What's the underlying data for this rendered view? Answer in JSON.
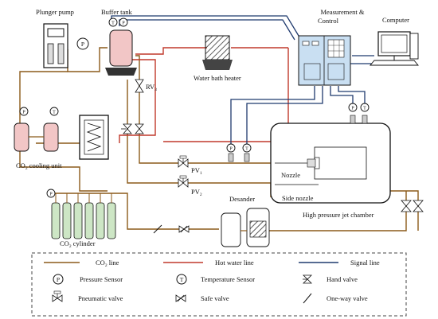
{
  "colors": {
    "co2_line": "#8b5a1a",
    "hot_water_line": "#c0392b",
    "signal_line": "#1f3a6e",
    "tank_fill": "#f2c6c6",
    "cylinder_fill": "#cde6c5",
    "panel_fill": "#c9dff2"
  },
  "labels": {
    "plunger_pump": "Plunger pump",
    "buffer_tank": "Buffer tank",
    "measurement_control": "Measurement &",
    "measurement_control_2": "Control",
    "computer": "Computer",
    "water_bath_heater": "Water bath heater",
    "rv3": "RV",
    "rv3_sub": "3",
    "cooling_unit_main": "CO",
    "cooling_unit_sub": "2",
    "cooling_unit_rest": " cooling unit",
    "pv1": "PV",
    "pv1_sub": "1",
    "pv2": "PV",
    "pv2_sub": "2",
    "nozzle": "Nozzle",
    "side_nozzle": "Side nozzle",
    "desander": "Desander",
    "chamber": "High pressure jet chamber",
    "cylinder_main": "CO",
    "cylinder_sub": "2",
    "cylinder_rest": " cylinder",
    "p_symbol": "P",
    "t_symbol": "T"
  },
  "legend": {
    "co2_line_a": "CO",
    "co2_line_sub": "2",
    "co2_line_b": " line",
    "hot_water_line": "Hot water line",
    "signal_line": "Signal line",
    "pressure_sensor": "Pressure Sensor",
    "temperature_sensor": "Temperature Sensor",
    "hand_valve": "Hand valve",
    "pneumatic_valve": "Pneumatic valve",
    "safe_valve": "Safe valve",
    "one_way_valve": "One-way valve"
  }
}
